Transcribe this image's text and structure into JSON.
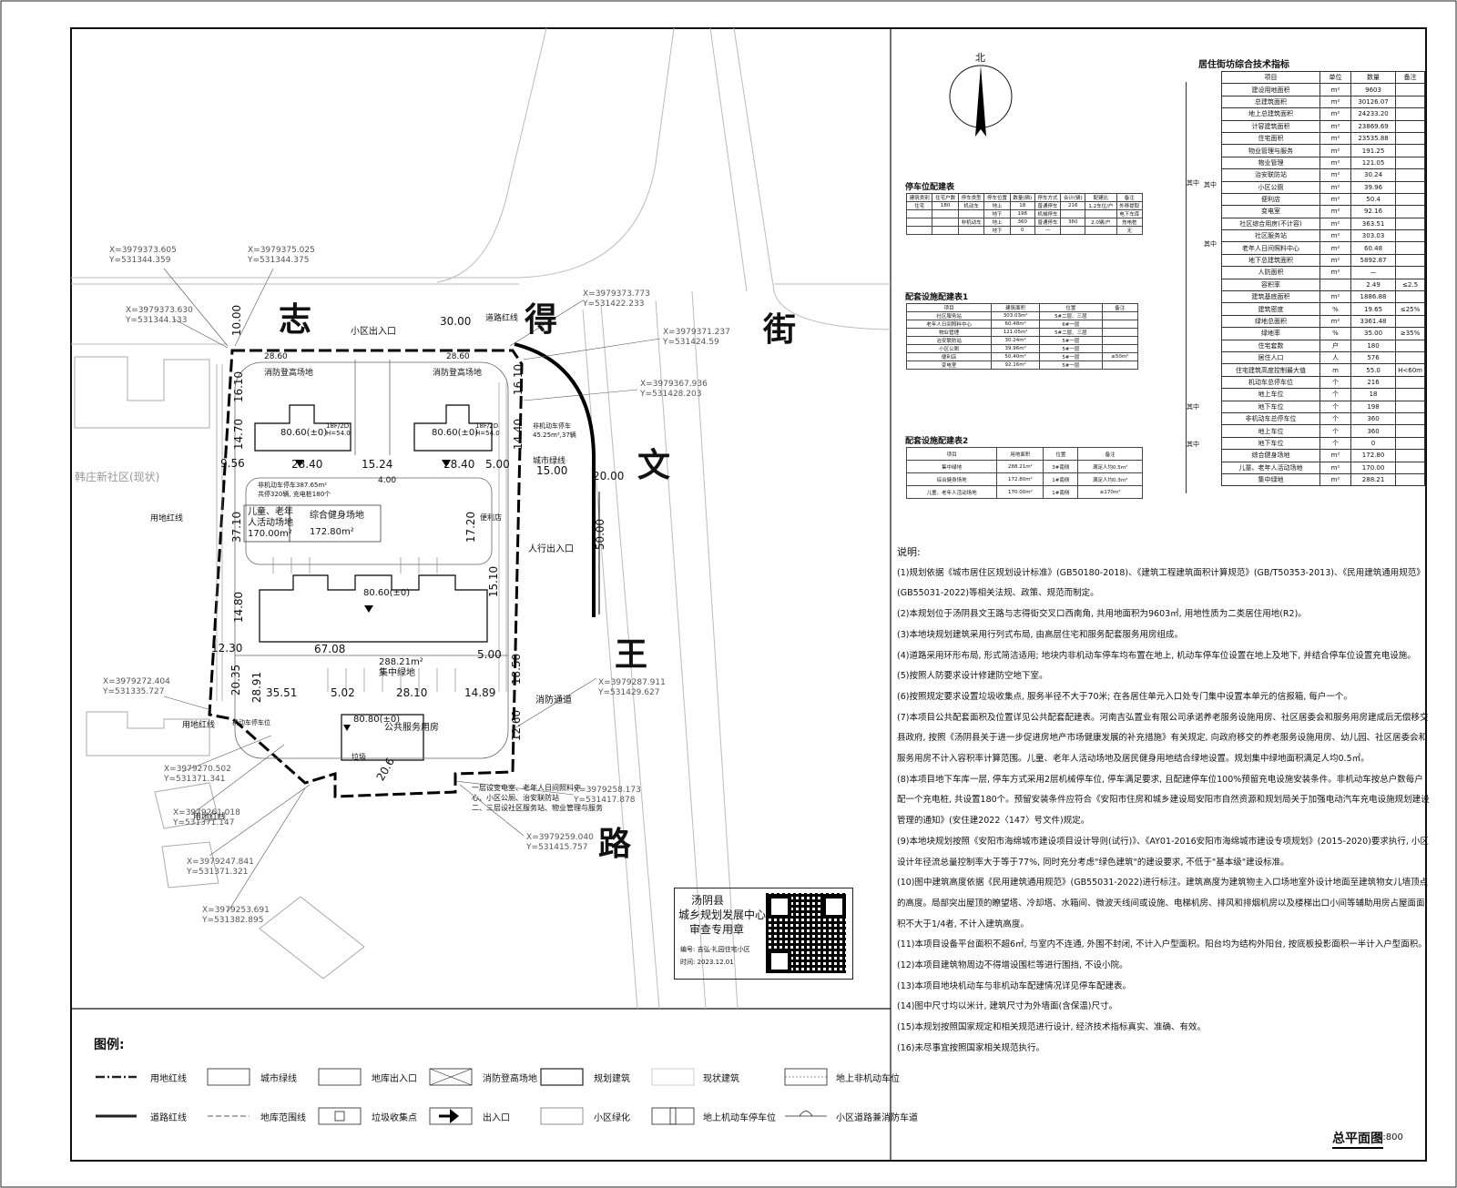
{
  "streets": {
    "top_1": "志",
    "top_2": "得",
    "top_3": "街",
    "right_1": "文",
    "right_2": "王",
    "right_3": "路"
  },
  "north": "北",
  "existing_community": "韩庄新社区(现状)",
  "site_labels": {
    "district_entrance": "小区出入口",
    "road_red_line": "道路红线",
    "fire_ascent_left": "消防登高场地",
    "fire_ascent_right": "消防登高场地",
    "building_heights": [
      "80.60(±0)",
      "80.60(±0)",
      "80.60(±0)",
      "80.80(±0)"
    ],
    "floors": [
      "18F/2D\nH=54.0",
      "18F/2D\nH=54.0"
    ],
    "non_motor_parking": "非机动车停车\n45.25m²,37辆",
    "city_green_line": "城市绿线",
    "garage_note": "非机动车停车387.65m²\n共停320辆, 充电桩180个",
    "kids_area": "儿童、老年\n人活动场地\n170.00m²",
    "fitness_area": "综合健身场地\n172.80m²",
    "pedestrian_entrance": "人行出入口",
    "central_green": "288.21m²\n集中绿地",
    "fire_lane": "消防通道",
    "land_red_line_1": "用地红线",
    "land_red_line_2": "用地红线",
    "land_red_line_3": "用地红线",
    "public_service": "公共服务用房",
    "motor_parking": "机动车停车位",
    "community_note": "一层设变电室、老年人日间照料中\n心、小区公厕、治安联防站\n二、三层设社区服务站、物业管理与服务",
    "toilet": "便利店",
    "garbage": "垃圾"
  },
  "dimensions": [
    "10.00",
    "30.00",
    "16.10",
    "28.60",
    "28.60",
    "16.10",
    "14.70",
    "14.40",
    "9.56",
    "28.40",
    "15.24",
    "28.40",
    "5.00",
    "15.00",
    "20.00",
    "37.10",
    "4.00",
    "17.20",
    "50.00",
    "14.80",
    "15.10",
    "12.30",
    "67.08",
    "5.00",
    "20.35",
    "28.91",
    "35.51",
    "5.02",
    "28.10",
    "14.89",
    "18.50",
    "12.60",
    "20.6"
  ],
  "coordinates": [
    "X=3979373.605\nY=531344.359",
    "X=3979375.025\nY=531344.375",
    "X=3979373.630\nY=531344.133",
    "X=3979373.773\nY=531422.233",
    "X=3979371.237\nY=531424.59",
    "X=3979367.936\nY=531428.203",
    "X=3979272.404\nY=531335.727",
    "X=3979287.911\nY=531429.627",
    "X=3979270.502\nY=531371.341",
    "X=3979261.018\nY=531371.147",
    "X=3979258.173\nY=531417.878",
    "X=3979259.040\nY=531415.757",
    "X=3979247.841\nY=531371.321",
    "X=3979253.691\nY=531382.895"
  ],
  "parking_table": {
    "title": "停车位配建表",
    "header": [
      "建筑类别",
      "住宅户数",
      "停车类型",
      "停车位置",
      "数量(辆)",
      "停车方式",
      "合计(辆)",
      "配建比",
      "备注"
    ],
    "rows": [
      [
        "住宅",
        "180",
        "机动车",
        "地上",
        "18",
        "普通停车",
        "216",
        "1.2车位/户",
        "外移提取"
      ],
      [
        "",
        "",
        "",
        "地下",
        "198",
        "机械停车",
        "",
        "",
        "电下车库"
      ],
      [
        "",
        "",
        "非机动车",
        "地上",
        "360",
        "普通停车",
        "360",
        "2.0辆/户",
        "充电桩"
      ],
      [
        "",
        "",
        "",
        "地下",
        "0",
        "—",
        "",
        "",
        "无"
      ]
    ]
  },
  "facility_table_1": {
    "title": "配套设施配建表1",
    "header": [
      "项目",
      "建筑面积",
      "位置",
      "备注"
    ],
    "rows": [
      [
        "社区服务站",
        "303.03m²",
        "5#二层、三层",
        ""
      ],
      [
        "老年人日间照料中心",
        "60.48m²",
        "6#一层",
        ""
      ],
      [
        "物业管理",
        "121.05m²",
        "5#二层、三层",
        ""
      ],
      [
        "治安联防站",
        "30.24m²",
        "5#一层",
        ""
      ],
      [
        "小区公厕",
        "39.96m²",
        "5#一层",
        ""
      ],
      [
        "便利店",
        "50.40m²",
        "5#一层",
        "≥50m²"
      ],
      [
        "变电室",
        "92.16m²",
        "5#一层",
        ""
      ]
    ]
  },
  "facility_table_2": {
    "title": "配套设施配建表2",
    "header": [
      "项目",
      "用地面积",
      "位置",
      "备注"
    ],
    "rows": [
      [
        "集中绿地",
        "288.21m²",
        "3#南侧",
        "满足人均0.5m²"
      ],
      [
        "综合健身场地",
        "172.80m²",
        "1#南侧",
        "满足人均0.3m²"
      ],
      [
        "儿童、老年人活动场地",
        "170.00m²",
        "1#南侧",
        "≥170m²"
      ]
    ]
  },
  "tech_table": {
    "title": "居住街坊综合技术指标",
    "header": [
      "项目",
      "单位",
      "数量",
      "备注"
    ],
    "rows": [
      [
        "建设用地面积",
        "m²",
        "9603",
        ""
      ],
      [
        "总建筑面积",
        "m²",
        "30126.07",
        ""
      ],
      [
        "地上总建筑面积",
        "m²",
        "24233.20",
        ""
      ],
      [
        "计容建筑面积",
        "m²",
        "23869.69",
        ""
      ],
      [
        "住宅面积",
        "m²",
        "23535.88",
        ""
      ],
      [
        "物业管理与服务",
        "m²",
        "191.25",
        ""
      ],
      [
        "物业管理",
        "m²",
        "121.05",
        ""
      ],
      [
        "治安联防站",
        "m²",
        "30.24",
        ""
      ],
      [
        "小区公厕",
        "m²",
        "39.96",
        ""
      ],
      [
        "便利店",
        "m²",
        "50.4",
        ""
      ],
      [
        "变电室",
        "m²",
        "92.16",
        ""
      ],
      [
        "社区综合用房(不计容)",
        "m²",
        "363.51",
        ""
      ],
      [
        "社区服务站",
        "m²",
        "303.03",
        ""
      ],
      [
        "老年人日间照料中心",
        "m²",
        "60.48",
        ""
      ],
      [
        "地下总建筑面积",
        "m²",
        "5892.87",
        ""
      ],
      [
        "人防面积",
        "m²",
        "—",
        ""
      ],
      [
        "容积率",
        "",
        "2.49",
        "≤2.5"
      ],
      [
        "建筑基底面积",
        "m²",
        "1886.88",
        ""
      ],
      [
        "建筑密度",
        "%",
        "19.65",
        "≤25%"
      ],
      [
        "绿地总面积",
        "m²",
        "3361.48",
        ""
      ],
      [
        "绿地率",
        "%",
        "35.00",
        "≥35%"
      ],
      [
        "住宅套数",
        "户",
        "180",
        ""
      ],
      [
        "居住人口",
        "人",
        "576",
        ""
      ],
      [
        "住宅建筑高度控制最大值",
        "m",
        "55.0",
        "H<60m"
      ],
      [
        "机动车总停车位",
        "个",
        "216",
        ""
      ],
      [
        "地上车位",
        "个",
        "18",
        ""
      ],
      [
        "地下车位",
        "个",
        "198",
        ""
      ],
      [
        "非机动车总停车位",
        "个",
        "360",
        ""
      ],
      [
        "地上车位",
        "个",
        "360",
        ""
      ],
      [
        "地下车位",
        "个",
        "0",
        ""
      ],
      [
        "综合健身场地",
        "m²",
        "172.80",
        ""
      ],
      [
        "儿童、老年人活动场地",
        "m²",
        "170.00",
        ""
      ],
      [
        "集中绿地",
        "m²",
        "288.21",
        ""
      ]
    ],
    "side_labels": [
      "其中",
      "其中",
      "其中",
      "其中",
      "其中"
    ]
  },
  "notes": {
    "title": "说明:",
    "items": [
      "(1)规划依据《城市居住区规划设计标准》(GB50180-2018)、《建筑工程建筑面积计算规范》(GB/T50353-2013)、《民用建筑通用规范》(GB55031-2022)等相关法规、政策、规范而制定。",
      "(2)本规划位于汤阴县文王路与志得街交叉口西南角, 共用地面积为9603㎡, 用地性质为二类居住用地(R2)。",
      "(3)本地块规划建筑采用行列式布局, 由高层住宅和服务配套服务用房组成。",
      "(4)道路采用环形布局, 形式简洁适用; 地块内非机动车停车均布置在地上, 机动车停车位设置在地上及地下, 并结合停车位设置充电设施。",
      "(5)按照人防要求设计修建防空地下室。",
      "(6)按照规定要求设置垃圾收集点, 服务半径不大于70米; 在各居住单元入口处专门集中设置本单元的信报箱, 每户一个。",
      "(7)本项目公共配套面积及位置详见公共配套配建表。河南吉弘置业有限公司承诺养老服务设施用房、社区居委会和服务用房建成后无偿移交县政府, 按照《汤阴县关于进一步促进房地产市场健康发展的补充措施》有关规定, 向政府移交的养老服务设施用房、幼儿园、社区居委会和服务用房不计入容积率计算范围。儿童、老年人活动场地及居民健身用地结合绿地设置。规划集中绿地面积满足人均0.5㎡。",
      "(8)本项目地下车库一层, 停车方式采用2层机械停车位, 停车满足要求, 且配建停车位100%预留充电设施安装条件。非机动车按总户数每户配一个充电桩, 共设置180个。预留安装条件应符合《安阳市住房和城乡建设局安阳市自然资源和规划局关于加强电动汽车充电设施规划建设管理的通知》(安住建2022〈147〉号文件)规定。",
      "(9)本地块规划按照《安阳市海绵城市建设项目设计导则(试行)》、《AY01-2016安阳市海绵城市建设专项规划》(2015-2020)要求执行, 小区设计年径流总量控制率大于等于77%, 同时充分考虑\"绿色建筑\"的建设要求, 不低于\"基本级\"建设标准。",
      "(10)图中建筑高度依据《民用建筑通用规范》(GB55031-2022)进行标注。建筑高度为建筑物主入口场地室外设计地面至建筑物女儿墙顶点的高度。局部突出屋顶的瞭望塔、冷却塔、水箱间、微波天线间或设施、电梯机房、排风和排烟机房以及楼梯出口小间等辅助用房占屋面面积不大于1/4者, 不计入建筑高度。",
      "(11)本项目设备平台面积不超6㎡, 与室内不连通, 外围不封闭, 不计入户型面积。阳台均为结构外阳台, 按底板投影面积一半计入户型面积。",
      "(12)本项目建筑物周边不得增设围栏等进行围挡, 不设小院。",
      "(13)本项目地块机动车与非机动车配建情况详见停车配建表。",
      "(14)图中尺寸均以米计, 建筑尺寸为外墙面(含保温)尺寸。",
      "(15)本规划按照国家规定和相关规范进行设计, 经济技术指标真实、准确、有效。",
      "(16)未尽事宜按照国家相关规范执行。"
    ]
  },
  "stamp": {
    "line1": "汤阴县",
    "line2": "城乡规划发展中心",
    "line3": "审查专用章",
    "line4": "编号: 吉弘·礼园住宅小区",
    "line5": "时间: 2023.12.01"
  },
  "legend": {
    "title": "图例:",
    "items": [
      "用地红线",
      "城市绿线",
      "地库出入口",
      "消防登高场地",
      "规划建筑",
      "现状建筑",
      "地上非机动车位",
      "道路红线",
      "地库范围线",
      "垃圾收集点",
      "出入口",
      "小区绿化",
      "地上机动车停车位",
      "小区道路兼消防车道"
    ]
  },
  "drawing_title": "总平面图",
  "scale": "1:800"
}
